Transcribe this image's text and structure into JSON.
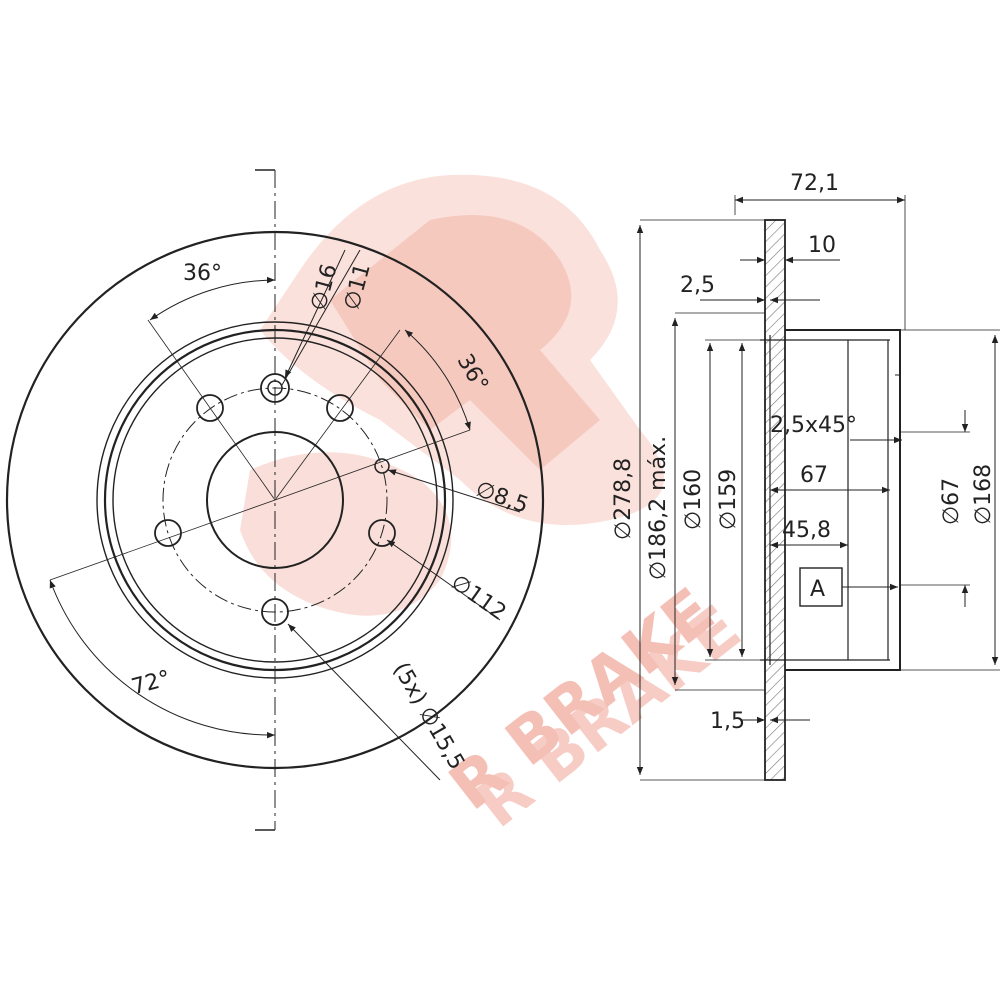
{
  "watermark": {
    "brand": "R BRAKE",
    "brand_shadow": "R BRAKE",
    "color": "#f4c0b6",
    "shadow_color": "#d8d8d8"
  },
  "front_view": {
    "angle_top": "36°",
    "angle_right": "36°",
    "angle_bottom": "72°",
    "hole_16": "∅16",
    "hole_11": "∅11",
    "hole_8_5": "∅8,5",
    "bolt_circle": "∅112",
    "bolt_holes": "(5x) ∅15,5"
  },
  "side_view": {
    "total_height": "72,1",
    "disc_thickness": "10",
    "step_2_5": "2,5",
    "chamfer": "2,5x45°",
    "d278": "∅278,8",
    "d186": "∅186,2 máx.",
    "d160": "∅160",
    "d159": "∅159",
    "h67": "67",
    "h45": "45,8",
    "d67": "∅67",
    "d168": "∅168",
    "step_1_5": "1,5",
    "datum": "A"
  }
}
